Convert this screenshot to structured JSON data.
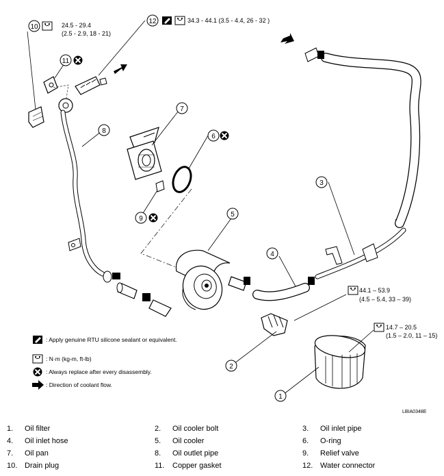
{
  "callouts": {
    "c10": "10",
    "c12": "12",
    "c11": "11",
    "c8": "8",
    "c7": "7",
    "c6": "6",
    "c9": "9",
    "c5": "5",
    "c3": "3",
    "c4": "4",
    "c2": "2",
    "c1": "1"
  },
  "torques": {
    "drain_plug_l1": "24.5 - 29.4",
    "drain_plug_l2": "(2.5 - 2.9, 18 - 21)",
    "water_connector": "34.3 - 44.1 (3.5 - 4.4, 26 - 32 )",
    "cooler_bolt_l1": "44.1 – 53.9",
    "cooler_bolt_l2": "(4.5 – 5.4, 33 – 39)",
    "oil_filter_l1": "14.7 – 20.5",
    "oil_filter_l2": "(1.5 – 2.0, 11 – 15)"
  },
  "legend": {
    "sealant": ": Apply genuine RTU silicone sealant or equivalent.",
    "torque_unit": ": N·m (kg-m, ft-lb)",
    "replace": ": Always replace after every disassembly.",
    "flow": ": Direction of coolant flow."
  },
  "figure_id": "LBIA0348E",
  "parts": [
    {
      "num": "1.",
      "name": "Oil filter"
    },
    {
      "num": "2.",
      "name": "Oil cooler bolt"
    },
    {
      "num": "3.",
      "name": "Oil inlet pipe"
    },
    {
      "num": "4.",
      "name": "Oil inlet hose"
    },
    {
      "num": "5.",
      "name": "Oil cooler"
    },
    {
      "num": "6.",
      "name": "O-ring"
    },
    {
      "num": "7.",
      "name": "Oil pan"
    },
    {
      "num": "8.",
      "name": "Oil outlet pipe"
    },
    {
      "num": "9.",
      "name": "Relief valve"
    },
    {
      "num": "10.",
      "name": "Drain plug"
    },
    {
      "num": "11.",
      "name": "Copper gasket"
    },
    {
      "num": "12.",
      "name": "Water connector"
    }
  ]
}
